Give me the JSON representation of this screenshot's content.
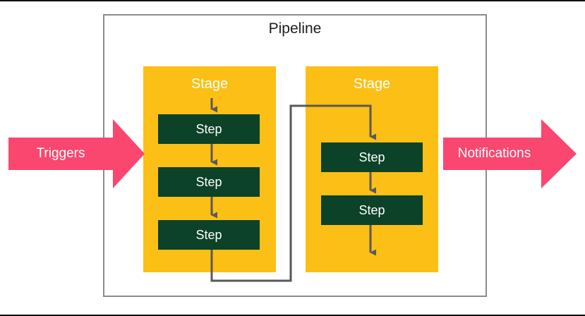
{
  "diagram": {
    "title": "Pipeline",
    "colors": {
      "stage_fill": "#FCBF15",
      "step_fill": "#0C4227",
      "step_text": "#FFFFFF",
      "stage_text": "#FFFFFF",
      "arrow_fill": "#F9476F",
      "arrow_text": "#FFFFFF",
      "connector_stroke": "#595959",
      "pipeline_border": "#8C8C8C",
      "frame_border": "#111111",
      "background": "#FFFFFF"
    },
    "pipeline": {
      "label": "Pipeline",
      "stages": [
        {
          "label": "Stage",
          "steps": [
            {
              "label": "Step"
            },
            {
              "label": "Step"
            },
            {
              "label": "Step"
            }
          ]
        },
        {
          "label": "Stage",
          "steps": [
            {
              "label": "Step"
            },
            {
              "label": "Step"
            }
          ]
        }
      ]
    },
    "inbound": {
      "label": "Triggers",
      "icon": "arrow-right-icon"
    },
    "outbound": {
      "label": "Notifications",
      "icon": "arrow-right-icon"
    }
  }
}
